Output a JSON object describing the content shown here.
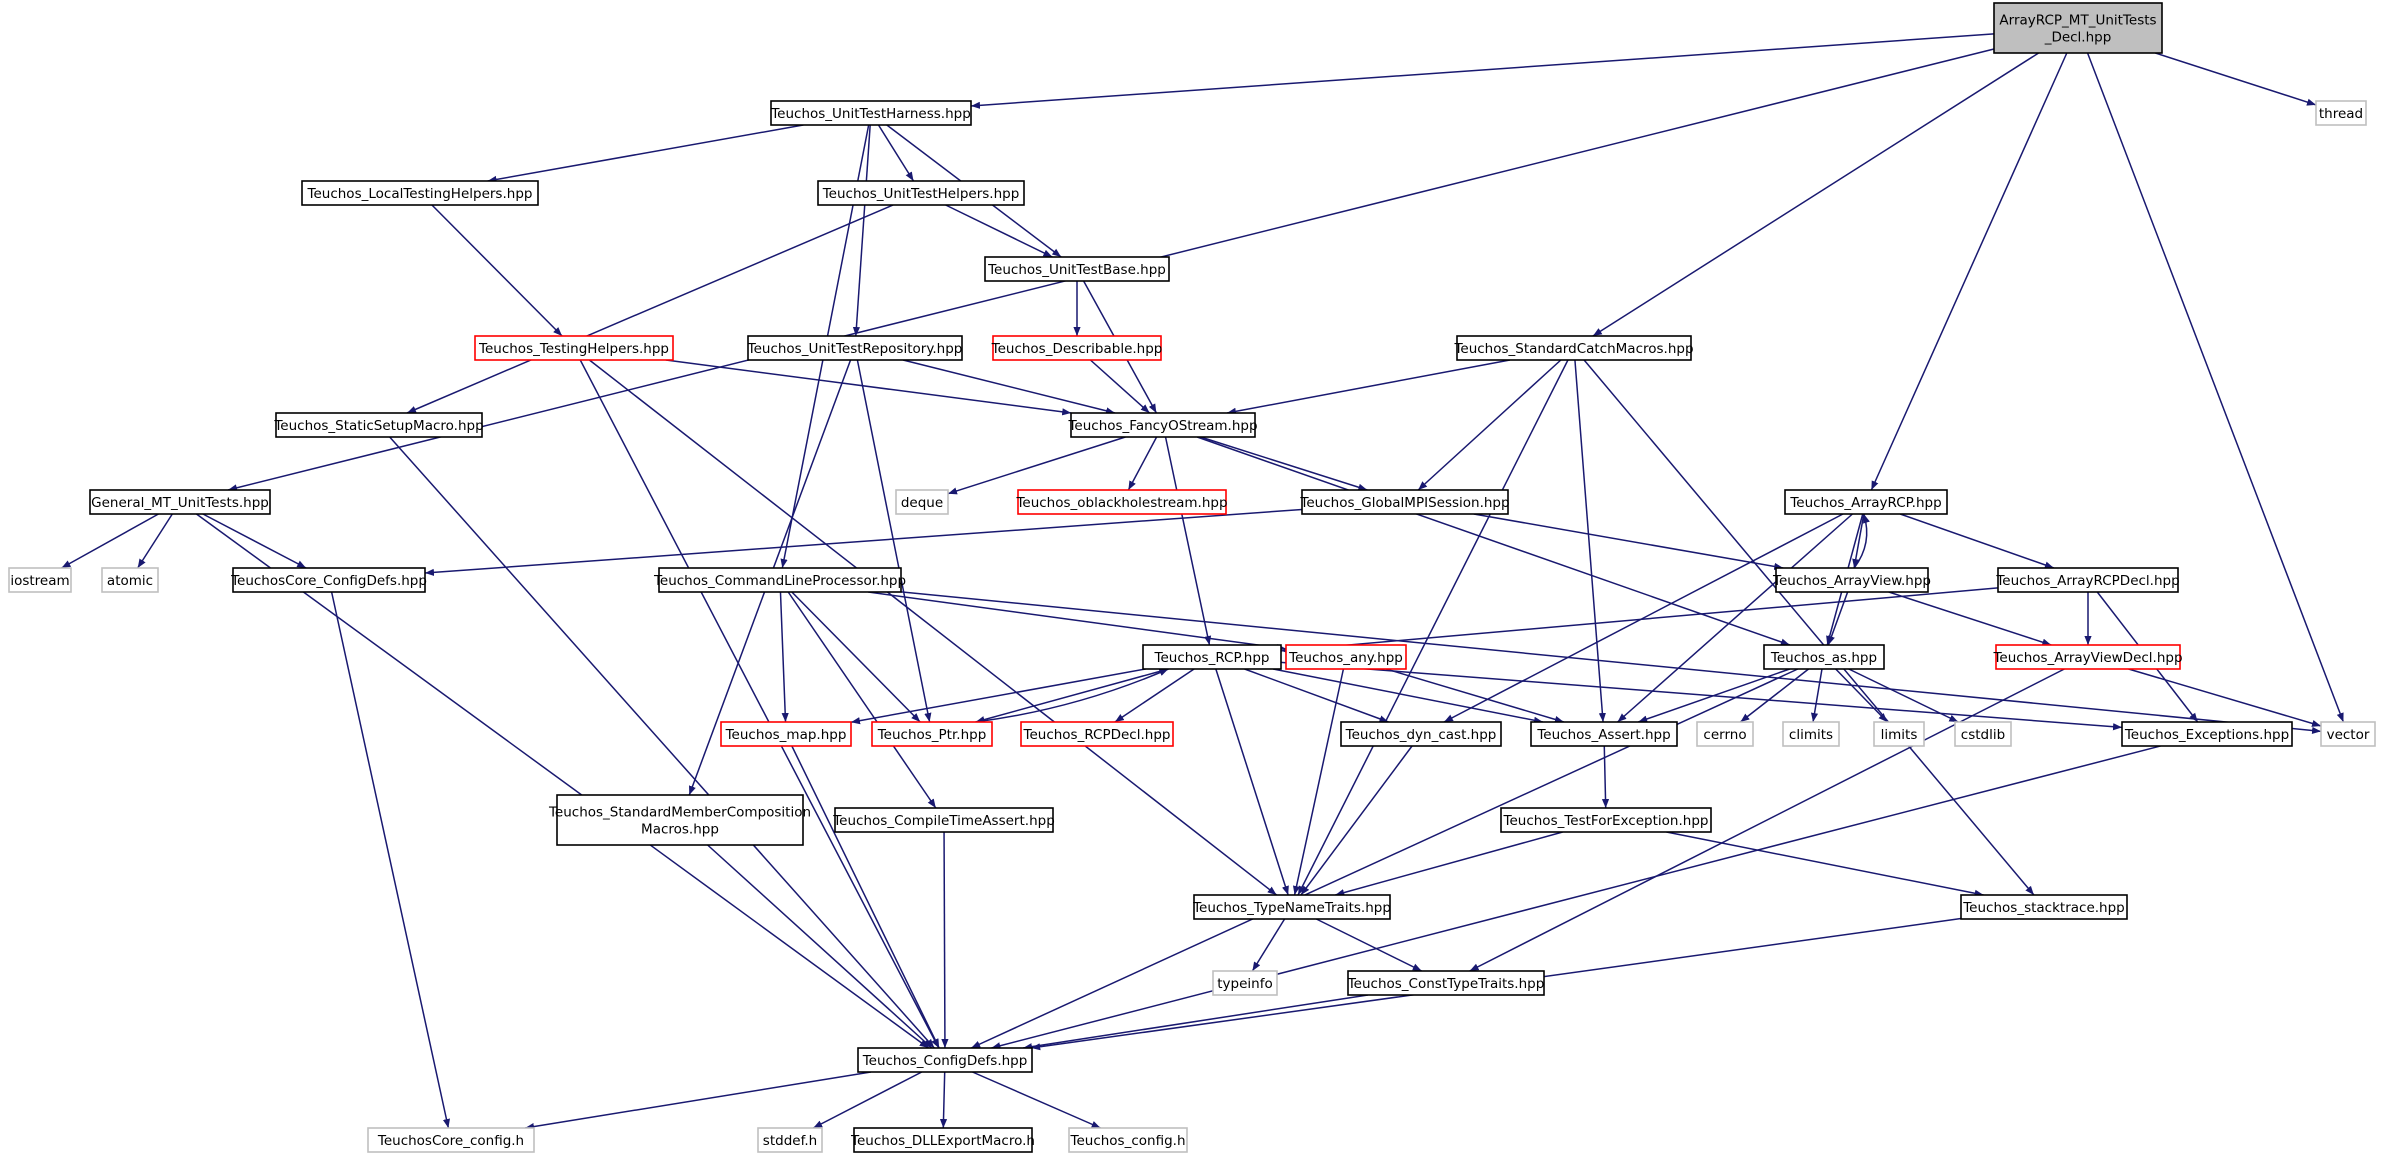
{
  "colors": {
    "edge": "#191970",
    "node_border_normal": "#000000",
    "node_border_truncated": "#ff0000",
    "node_border_external": "#bfbfbf",
    "node_fill": "#ffffff",
    "root_fill": "#bfbfbf",
    "external_text": "#666666"
  },
  "nodes": [
    {
      "id": "root",
      "lines": [
        "ArrayRCP_MT_UnitTests",
        "_Decl.hpp"
      ],
      "kind": "root"
    },
    {
      "id": "harness",
      "lines": [
        "Teuchos_UnitTestHarness.hpp"
      ],
      "kind": "normal"
    },
    {
      "id": "thread",
      "lines": [
        "thread"
      ],
      "kind": "external"
    },
    {
      "id": "localtest",
      "lines": [
        "Teuchos_LocalTestingHelpers.hpp"
      ],
      "kind": "normal"
    },
    {
      "id": "uthelpers",
      "lines": [
        "Teuchos_UnitTestHelpers.hpp"
      ],
      "kind": "normal"
    },
    {
      "id": "utbase",
      "lines": [
        "Teuchos_UnitTestBase.hpp"
      ],
      "kind": "normal"
    },
    {
      "id": "testhelpers",
      "lines": [
        "Teuchos_TestingHelpers.hpp"
      ],
      "kind": "truncated"
    },
    {
      "id": "utrepo",
      "lines": [
        "Teuchos_UnitTestRepository.hpp"
      ],
      "kind": "normal"
    },
    {
      "id": "describable",
      "lines": [
        "Teuchos_Describable.hpp"
      ],
      "kind": "truncated"
    },
    {
      "id": "stdcatch",
      "lines": [
        "Teuchos_StandardCatchMacros.hpp"
      ],
      "kind": "normal"
    },
    {
      "id": "staticsetup",
      "lines": [
        "Teuchos_StaticSetupMacro.hpp"
      ],
      "kind": "normal"
    },
    {
      "id": "fancy",
      "lines": [
        "Teuchos_FancyOStream.hpp"
      ],
      "kind": "normal"
    },
    {
      "id": "general",
      "lines": [
        "General_MT_UnitTests.hpp"
      ],
      "kind": "normal"
    },
    {
      "id": "deque",
      "lines": [
        "deque"
      ],
      "kind": "external"
    },
    {
      "id": "oblack",
      "lines": [
        "Teuchos_oblackholestream.hpp"
      ],
      "kind": "truncated"
    },
    {
      "id": "globalmpi",
      "lines": [
        "Teuchos_GlobalMPISession.hpp"
      ],
      "kind": "normal"
    },
    {
      "id": "arrayrcp",
      "lines": [
        "Teuchos_ArrayRCP.hpp"
      ],
      "kind": "normal"
    },
    {
      "id": "iostream",
      "lines": [
        "iostream"
      ],
      "kind": "external"
    },
    {
      "id": "atomic",
      "lines": [
        "atomic"
      ],
      "kind": "external"
    },
    {
      "id": "coreconfigdefs",
      "lines": [
        "TeuchosCore_ConfigDefs.hpp"
      ],
      "kind": "normal"
    },
    {
      "id": "cmdline",
      "lines": [
        "Teuchos_CommandLineProcessor.hpp"
      ],
      "kind": "normal"
    },
    {
      "id": "arrayview",
      "lines": [
        "Teuchos_ArrayView.hpp"
      ],
      "kind": "normal"
    },
    {
      "id": "arrayrcpdecl",
      "lines": [
        "Teuchos_ArrayRCPDecl.hpp"
      ],
      "kind": "normal"
    },
    {
      "id": "rcp",
      "lines": [
        "Teuchos_RCP.hpp"
      ],
      "kind": "normal"
    },
    {
      "id": "any",
      "lines": [
        "Teuchos_any.hpp"
      ],
      "kind": "truncated"
    },
    {
      "id": "as",
      "lines": [
        "Teuchos_as.hpp"
      ],
      "kind": "normal"
    },
    {
      "id": "arrayviewdecl",
      "lines": [
        "Teuchos_ArrayViewDecl.hpp"
      ],
      "kind": "truncated"
    },
    {
      "id": "map",
      "lines": [
        "Teuchos_map.hpp"
      ],
      "kind": "truncated"
    },
    {
      "id": "ptr",
      "lines": [
        "Teuchos_Ptr.hpp"
      ],
      "kind": "truncated"
    },
    {
      "id": "rcpdecl",
      "lines": [
        "Teuchos_RCPDecl.hpp"
      ],
      "kind": "truncated"
    },
    {
      "id": "dyncast",
      "lines": [
        "Teuchos_dyn_cast.hpp"
      ],
      "kind": "normal"
    },
    {
      "id": "assert",
      "lines": [
        "Teuchos_Assert.hpp"
      ],
      "kind": "normal"
    },
    {
      "id": "cerrno",
      "lines": [
        "cerrno"
      ],
      "kind": "external"
    },
    {
      "id": "climits",
      "lines": [
        "climits"
      ],
      "kind": "external"
    },
    {
      "id": "limits",
      "lines": [
        "limits"
      ],
      "kind": "external"
    },
    {
      "id": "cstdlib",
      "lines": [
        "cstdlib"
      ],
      "kind": "external"
    },
    {
      "id": "exceptions",
      "lines": [
        "Teuchos_Exceptions.hpp"
      ],
      "kind": "normal"
    },
    {
      "id": "vector",
      "lines": [
        "vector"
      ],
      "kind": "external"
    },
    {
      "id": "stdmember",
      "lines": [
        "Teuchos_StandardMemberComposition",
        "Macros.hpp"
      ],
      "kind": "normal"
    },
    {
      "id": "compiletime",
      "lines": [
        "Teuchos_CompileTimeAssert.hpp"
      ],
      "kind": "normal"
    },
    {
      "id": "testforexc",
      "lines": [
        "Teuchos_TestForException.hpp"
      ],
      "kind": "normal"
    },
    {
      "id": "typename",
      "lines": [
        "Teuchos_TypeNameTraits.hpp"
      ],
      "kind": "normal"
    },
    {
      "id": "stacktrace",
      "lines": [
        "Teuchos_stacktrace.hpp"
      ],
      "kind": "normal"
    },
    {
      "id": "typeinfo",
      "lines": [
        "typeinfo"
      ],
      "kind": "external"
    },
    {
      "id": "consttype",
      "lines": [
        "Teuchos_ConstTypeTraits.hpp"
      ],
      "kind": "normal"
    },
    {
      "id": "configdefs",
      "lines": [
        "Teuchos_ConfigDefs.hpp"
      ],
      "kind": "normal"
    },
    {
      "id": "coreconfig",
      "lines": [
        "TeuchosCore_config.h"
      ],
      "kind": "external"
    },
    {
      "id": "stddef",
      "lines": [
        "stddef.h"
      ],
      "kind": "external"
    },
    {
      "id": "dllexport",
      "lines": [
        "Teuchos_DLLExportMacro.h"
      ],
      "kind": "normal"
    },
    {
      "id": "config",
      "lines": [
        "Teuchos_config.h"
      ],
      "kind": "external"
    }
  ],
  "edges": [
    [
      "root",
      "harness"
    ],
    [
      "root",
      "thread"
    ],
    [
      "root",
      "general"
    ],
    [
      "root",
      "stdcatch"
    ],
    [
      "root",
      "arrayrcp"
    ],
    [
      "root",
      "vector"
    ],
    [
      "harness",
      "localtest"
    ],
    [
      "harness",
      "uthelpers"
    ],
    [
      "harness",
      "utbase"
    ],
    [
      "harness",
      "utrepo"
    ],
    [
      "harness",
      "cmdline"
    ],
    [
      "localtest",
      "testhelpers"
    ],
    [
      "uthelpers",
      "utbase"
    ],
    [
      "uthelpers",
      "staticsetup"
    ],
    [
      "utbase",
      "describable"
    ],
    [
      "utbase",
      "fancy"
    ],
    [
      "describable",
      "fancy"
    ],
    [
      "testhelpers",
      "fancy"
    ],
    [
      "testhelpers",
      "typename"
    ],
    [
      "testhelpers",
      "configdefs"
    ],
    [
      "utrepo",
      "fancy"
    ],
    [
      "utrepo",
      "ptr"
    ],
    [
      "utrepo",
      "stdmember"
    ],
    [
      "stdcatch",
      "fancy"
    ],
    [
      "stdcatch",
      "globalmpi"
    ],
    [
      "stdcatch",
      "assert"
    ],
    [
      "stdcatch",
      "typename"
    ],
    [
      "stdcatch",
      "stacktrace"
    ],
    [
      "staticsetup",
      "configdefs"
    ],
    [
      "fancy",
      "deque"
    ],
    [
      "fancy",
      "oblack"
    ],
    [
      "fancy",
      "globalmpi"
    ],
    [
      "fancy",
      "rcp"
    ],
    [
      "fancy",
      "as"
    ],
    [
      "general",
      "iostream"
    ],
    [
      "general",
      "atomic"
    ],
    [
      "general",
      "coreconfigdefs"
    ],
    [
      "general",
      "configdefs"
    ],
    [
      "globalmpi",
      "coreconfigdefs"
    ],
    [
      "globalmpi",
      "arrayview"
    ],
    [
      "coreconfigdefs",
      "coreconfig"
    ],
    [
      "arrayrcp",
      "arrayview"
    ],
    [
      "arrayrcp",
      "arrayrcpdecl"
    ],
    [
      "arrayrcp",
      "as"
    ],
    [
      "arrayrcp",
      "assert"
    ],
    [
      "arrayrcp",
      "dyncast"
    ],
    [
      "arrayview",
      "arrayrcp"
    ],
    [
      "arrayview",
      "as"
    ],
    [
      "arrayview",
      "arrayviewdecl"
    ],
    [
      "arrayrcpdecl",
      "rcp"
    ],
    [
      "arrayrcpdecl",
      "arrayviewdecl"
    ],
    [
      "arrayrcpdecl",
      "exceptions"
    ],
    [
      "cmdline",
      "any"
    ],
    [
      "cmdline",
      "map"
    ],
    [
      "cmdline",
      "ptr"
    ],
    [
      "cmdline",
      "compiletime"
    ],
    [
      "cmdline",
      "vector"
    ],
    [
      "rcp",
      "map"
    ],
    [
      "rcp",
      "ptr"
    ],
    [
      "rcp",
      "rcpdecl"
    ],
    [
      "rcp",
      "dyncast"
    ],
    [
      "rcp",
      "assert"
    ],
    [
      "rcp",
      "typename"
    ],
    [
      "rcp",
      "exceptions"
    ],
    [
      "ptr",
      "rcp"
    ],
    [
      "any",
      "assert"
    ],
    [
      "any",
      "typename"
    ],
    [
      "as",
      "assert"
    ],
    [
      "as",
      "cerrno"
    ],
    [
      "as",
      "climits"
    ],
    [
      "as",
      "limits"
    ],
    [
      "as",
      "cstdlib"
    ],
    [
      "as",
      "configdefs"
    ],
    [
      "arrayviewdecl",
      "vector"
    ],
    [
      "arrayviewdecl",
      "consttype"
    ],
    [
      "map",
      "configdefs"
    ],
    [
      "dyncast",
      "typename"
    ],
    [
      "assert",
      "testforexc"
    ],
    [
      "exceptions",
      "configdefs"
    ],
    [
      "stdmember",
      "configdefs"
    ],
    [
      "compiletime",
      "configdefs"
    ],
    [
      "testforexc",
      "typename"
    ],
    [
      "testforexc",
      "stacktrace"
    ],
    [
      "typename",
      "typeinfo"
    ],
    [
      "typename",
      "consttype"
    ],
    [
      "consttype",
      "configdefs"
    ],
    [
      "stacktrace",
      "configdefs"
    ],
    [
      "configdefs",
      "coreconfig"
    ],
    [
      "configdefs",
      "stddef"
    ],
    [
      "configdefs",
      "dllexport"
    ],
    [
      "configdefs",
      "config"
    ]
  ]
}
